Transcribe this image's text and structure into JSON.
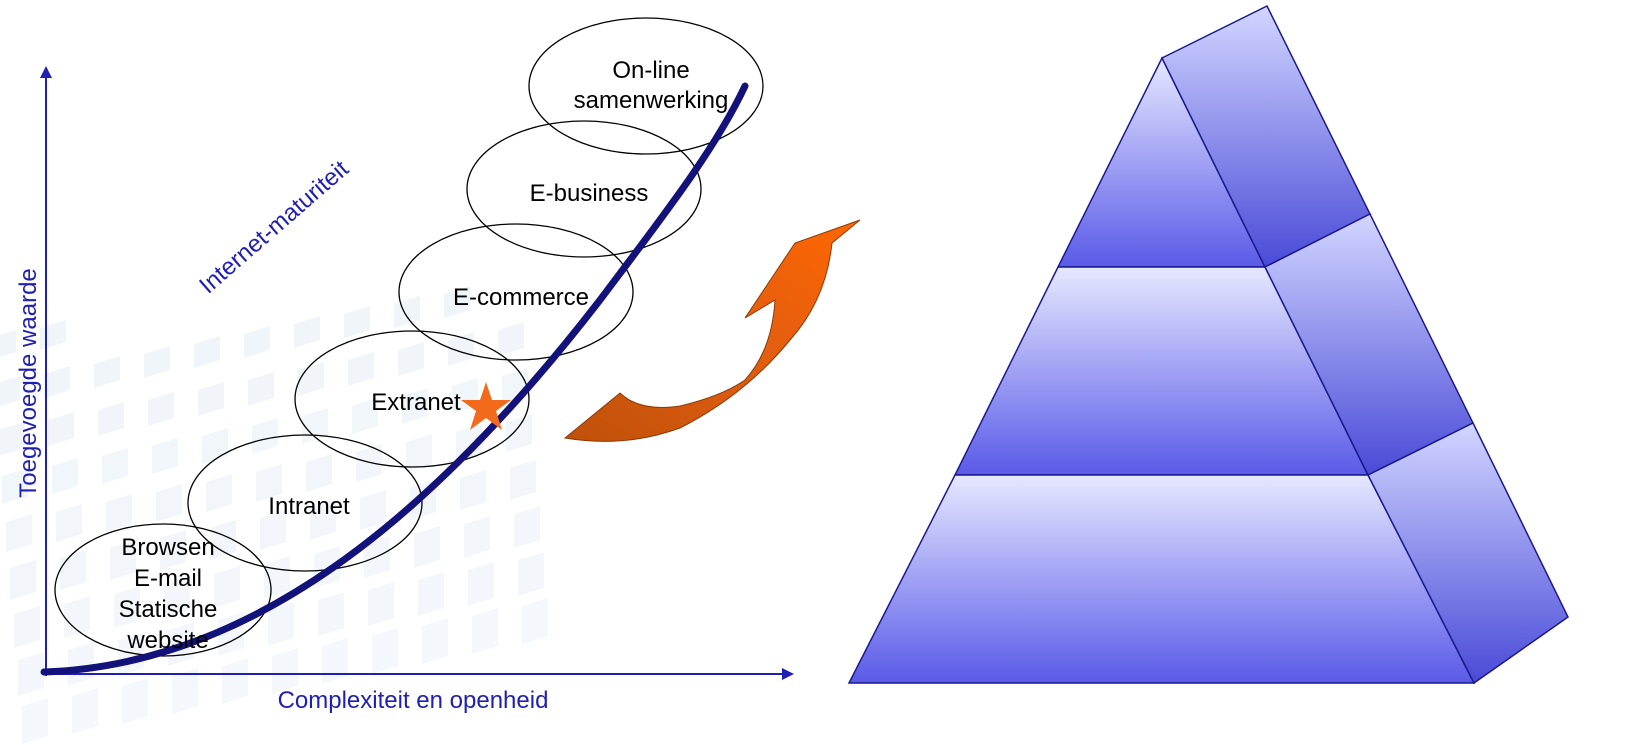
{
  "axes": {
    "x_label": "Complexiteit en openheid",
    "y_label": "Toegevoegde waarde",
    "curve_label": "Internet-maturiteit"
  },
  "stages": [
    {
      "id": "basic",
      "lines": [
        "Browsen",
        "E-mail",
        "Statische",
        "website"
      ]
    },
    {
      "id": "intranet",
      "lines": [
        "Intranet"
      ]
    },
    {
      "id": "extranet",
      "lines": [
        "Extranet"
      ]
    },
    {
      "id": "ecommerce",
      "lines": [
        "E-commerce"
      ]
    },
    {
      "id": "ebusiness",
      "lines": [
        "E-business"
      ]
    },
    {
      "id": "online",
      "lines": [
        "On-line",
        "samenwerking"
      ]
    }
  ],
  "colors": {
    "axis": "#1f1fb3",
    "curve": "#12127a",
    "star": "#f26a1b",
    "arrow_light": "#ff6600",
    "arrow_dark": "#c0500a",
    "pyramid_top": "#e6e8ff",
    "pyramid_bottom": "#5a5ae8",
    "pyramid_stroke": "#1a1a8c",
    "watermark": "#e3ecf6"
  },
  "pyramid": {
    "tiers": 3
  }
}
